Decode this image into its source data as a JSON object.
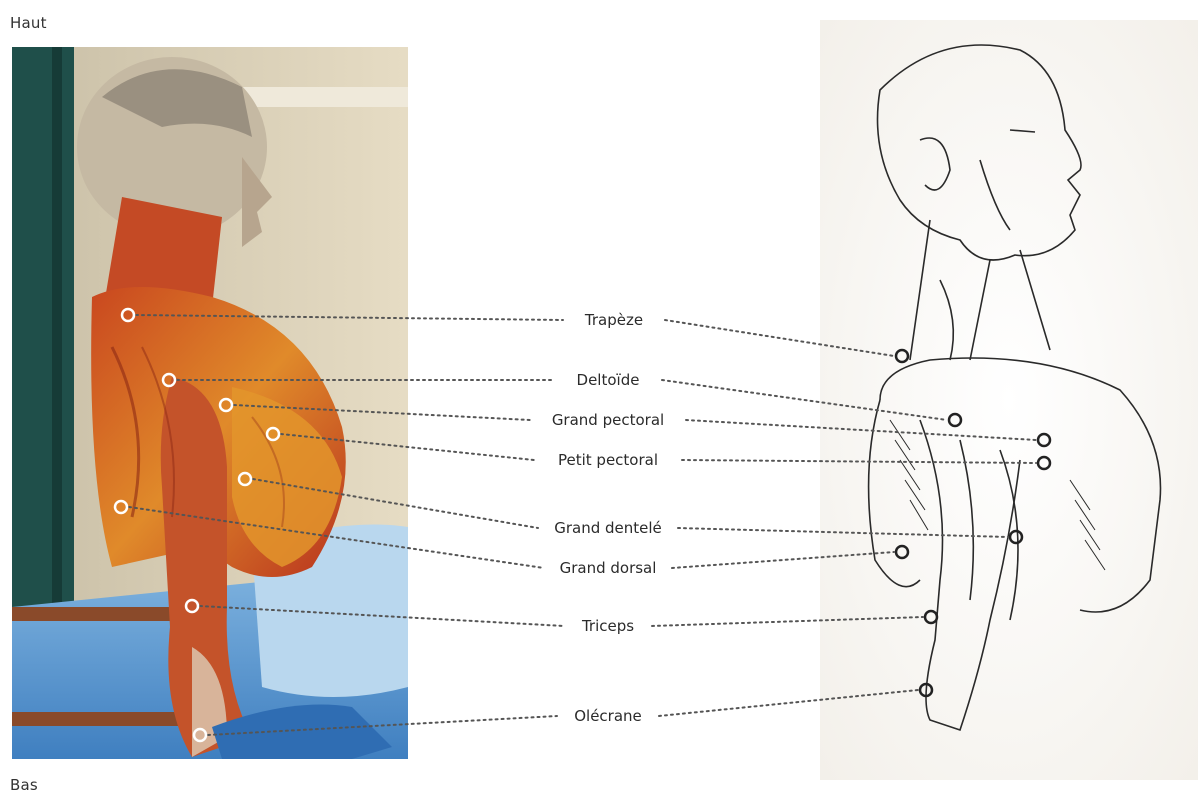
{
  "orientation": {
    "top": "Haut",
    "bottom": "Bas"
  },
  "muscles": [
    {
      "id": "trapeze",
      "label": "Trapèze"
    },
    {
      "id": "deltoide",
      "label": "Deltoïde"
    },
    {
      "id": "grand-pectoral",
      "label": "Grand pectoral"
    },
    {
      "id": "petit-pectoral",
      "label": "Petit pectoral"
    },
    {
      "id": "grand-dentele",
      "label": "Grand dentelé"
    },
    {
      "id": "grand-dorsal",
      "label": "Grand dorsal"
    },
    {
      "id": "triceps",
      "label": "Triceps"
    },
    {
      "id": "olecrane",
      "label": "Olécrane"
    }
  ],
  "colors": {
    "leader_line": "#555555",
    "marker": "#ffffff",
    "sketch_marker": "#222222",
    "muscle_red": "#b8321e",
    "muscle_orange": "#d9791f",
    "drape_blue": "#5a9bd4",
    "curtain_teal": "#1f4f4a"
  }
}
